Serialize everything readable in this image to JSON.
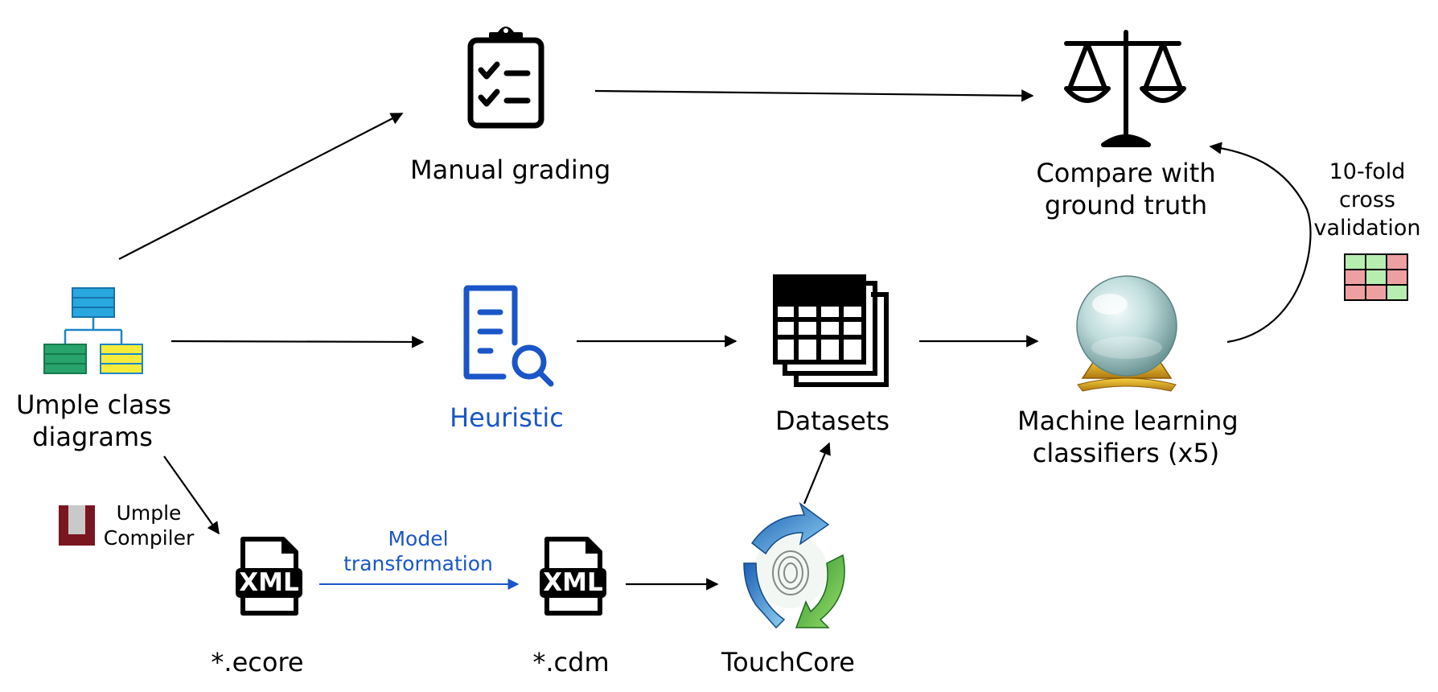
{
  "nodes": {
    "manual_grading": {
      "label": "Manual grading"
    },
    "compare": {
      "label_line1": "Compare with",
      "label_line2": "ground truth"
    },
    "crossval": {
      "line1": "10-fold",
      "line2": "cross",
      "line3": "validation"
    },
    "umple_diagrams": {
      "label_line1": "Umple class",
      "label_line2": "diagrams"
    },
    "heuristic": {
      "label": "Heuristic"
    },
    "datasets": {
      "label": "Datasets"
    },
    "ml": {
      "label_line1": "Machine learning",
      "label_line2": "classifiers (x5)"
    },
    "umple_compiler": {
      "line1": "Umple",
      "line2": "Compiler"
    },
    "ecore": {
      "label": "*.ecore",
      "icon_text": "XML"
    },
    "cdm": {
      "label": "*.cdm",
      "icon_text": "XML"
    },
    "touchcore": {
      "label": "TouchCore"
    }
  },
  "edges": {
    "model_transformation": {
      "line1": "Model",
      "line2": "transformation"
    }
  },
  "colors": {
    "accent_blue": "#1a56c8",
    "diagram_blue": "#29a8df",
    "diagram_green": "#27a36b",
    "diagram_yellow": "#f5ec3c",
    "grid_green": "#b6eeb0",
    "grid_red": "#eea0a0",
    "umple_logo": "#7a1620"
  },
  "crossval_grid": [
    [
      "green",
      "green",
      "red"
    ],
    [
      "red",
      "green",
      "red"
    ],
    [
      "red",
      "red",
      "green"
    ]
  ]
}
